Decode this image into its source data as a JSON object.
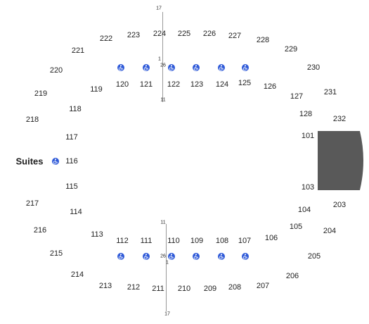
{
  "colors": {
    "ada": "#2f5ad8",
    "stage": "#595959",
    "text": "#222222"
  },
  "labels": {
    "suites": "Suites",
    "row_top_end": "17",
    "row_top_start": "1",
    "row_top_mid": "26",
    "row_top_low": "11",
    "row_bot_low": "11",
    "row_bot_mid": "26",
    "row_bot_start": "1",
    "row_bot_end": "17"
  },
  "sections": {
    "s101": "101",
    "s103": "103",
    "s104": "104",
    "s105": "105",
    "s106": "106",
    "s107": "107",
    "s108": "108",
    "s109": "109",
    "s110": "110",
    "s111": "111",
    "s112": "112",
    "s113": "113",
    "s114": "114",
    "s115": "115",
    "s116": "116",
    "s117": "117",
    "s118": "118",
    "s119": "119",
    "s120": "120",
    "s121": "121",
    "s122": "122",
    "s123": "123",
    "s124": "124",
    "s125": "125",
    "s126": "126",
    "s127": "127",
    "s128": "128",
    "s203": "203",
    "s204": "204",
    "s205": "205",
    "s206": "206",
    "s207": "207",
    "s208": "208",
    "s209": "209",
    "s210": "210",
    "s211": "211",
    "s212": "212",
    "s213": "213",
    "s214": "214",
    "s215": "215",
    "s216": "216",
    "s217": "217",
    "s218": "218",
    "s219": "219",
    "s220": "220",
    "s221": "221",
    "s222": "222",
    "s223": "223",
    "s224": "224",
    "s225": "225",
    "s226": "226",
    "s227": "227",
    "s228": "228",
    "s229": "229",
    "s230": "230",
    "s231": "231",
    "s232": "232"
  }
}
